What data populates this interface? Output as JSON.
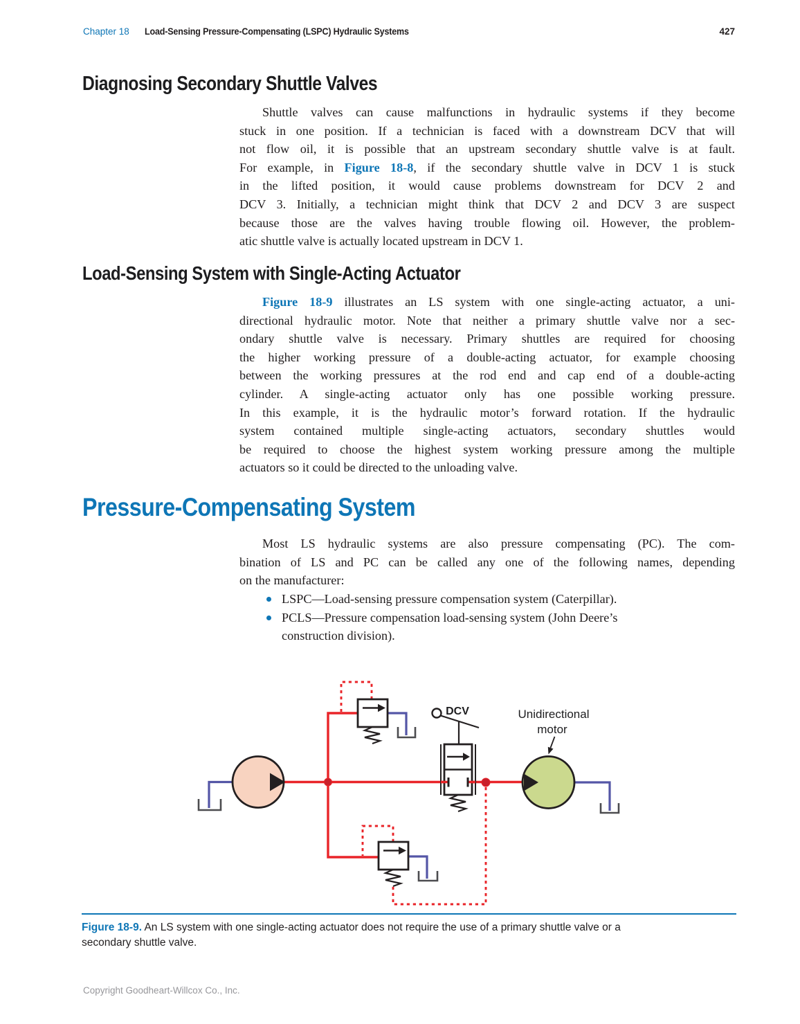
{
  "theme": {
    "accent": "#0e76b6",
    "ink": "#231f20",
    "red": "#e92429",
    "red-dot": "#c9202b",
    "hyd-blue": "#5456a6",
    "pump-fill": "#f8d3c0",
    "motor-fill": "#cbd98e",
    "tank-gray": "#4c4c4f",
    "footer-gray": "#97979b"
  },
  "page": {
    "header": {
      "chapter": "Chapter 18",
      "title": "Load-Sensing Pressure-Compensating (LSPC) Hydraulic Systems",
      "page_number": "427"
    },
    "footer": "Copyright Goodheart-Willcox Co., Inc."
  },
  "sections": {
    "s1": {
      "heading": "Diagnosing Secondary Shuttle Valves",
      "lines": [
        "Shuttle valves can cause malfunctions in hydraulic systems if they become",
        "stuck in one position. If a technician is faced with a downstream DCV that will",
        "not flow oil, it is possible that an upstream secondary shuttle valve is at fault.",
        "For example, in Figure 18-8, if the secondary shuttle valve in DCV 1 is stuck",
        "in the lifted position, it would cause problems downstream for DCV 2 and",
        "DCV 3. Initially, a technician might think that DCV 2 and DCV 3 are suspect",
        "because those are the valves having trouble flowing oil. However, the problem-",
        "atic shuttle valve is actually located upstream in DCV 1."
      ]
    },
    "s2": {
      "heading": "Load-Sensing System with Single-Acting Actuator",
      "lines": [
        "Figure 18-9 illustrates an LS system with one single-acting actuator, a uni-",
        "directional hydraulic motor. Note that neither a primary shuttle valve nor a sec-",
        "ondary shuttle valve is necessary. Primary shuttles are required for choosing",
        "the higher working pressure of a double-acting actuator, for example choosing",
        "between the working pressures at the rod end and cap end of a double-acting",
        "cylinder. A single-acting actuator only has one possible working pressure.",
        "In this example, it is the hydraulic motor’s forward rotation. If the hydraulic",
        "system contained multiple single-acting actuators, secondary shuttles would",
        "be required to choose the highest system working pressure among the multiple",
        "actuators so it could be directed to the unloading valve."
      ]
    },
    "s3": {
      "heading": "Pressure-Compensating System",
      "lines": [
        "Most LS hydraulic systems are also pressure compensating (PC). The com-",
        "bination of LS and PC can be called any one of the following names, depending",
        "on the manufacturer:"
      ],
      "bullets": [
        [
          "LSPC—Load-sensing pressure compensation system (Caterpillar)."
        ],
        [
          "PCLS—Pressure compensation load-sensing system (John Deere’s",
          "construction division)."
        ]
      ]
    }
  },
  "figure": {
    "caption_label": "Figure 18-9.",
    "caption_line1": "An LS system with one single-acting actuator does not require the use of a primary shuttle valve or a",
    "caption_line2": "secondary shuttle valve.",
    "labels": {
      "dcv": "DCV",
      "motor1": "Unidirectional",
      "motor2": "motor"
    }
  }
}
